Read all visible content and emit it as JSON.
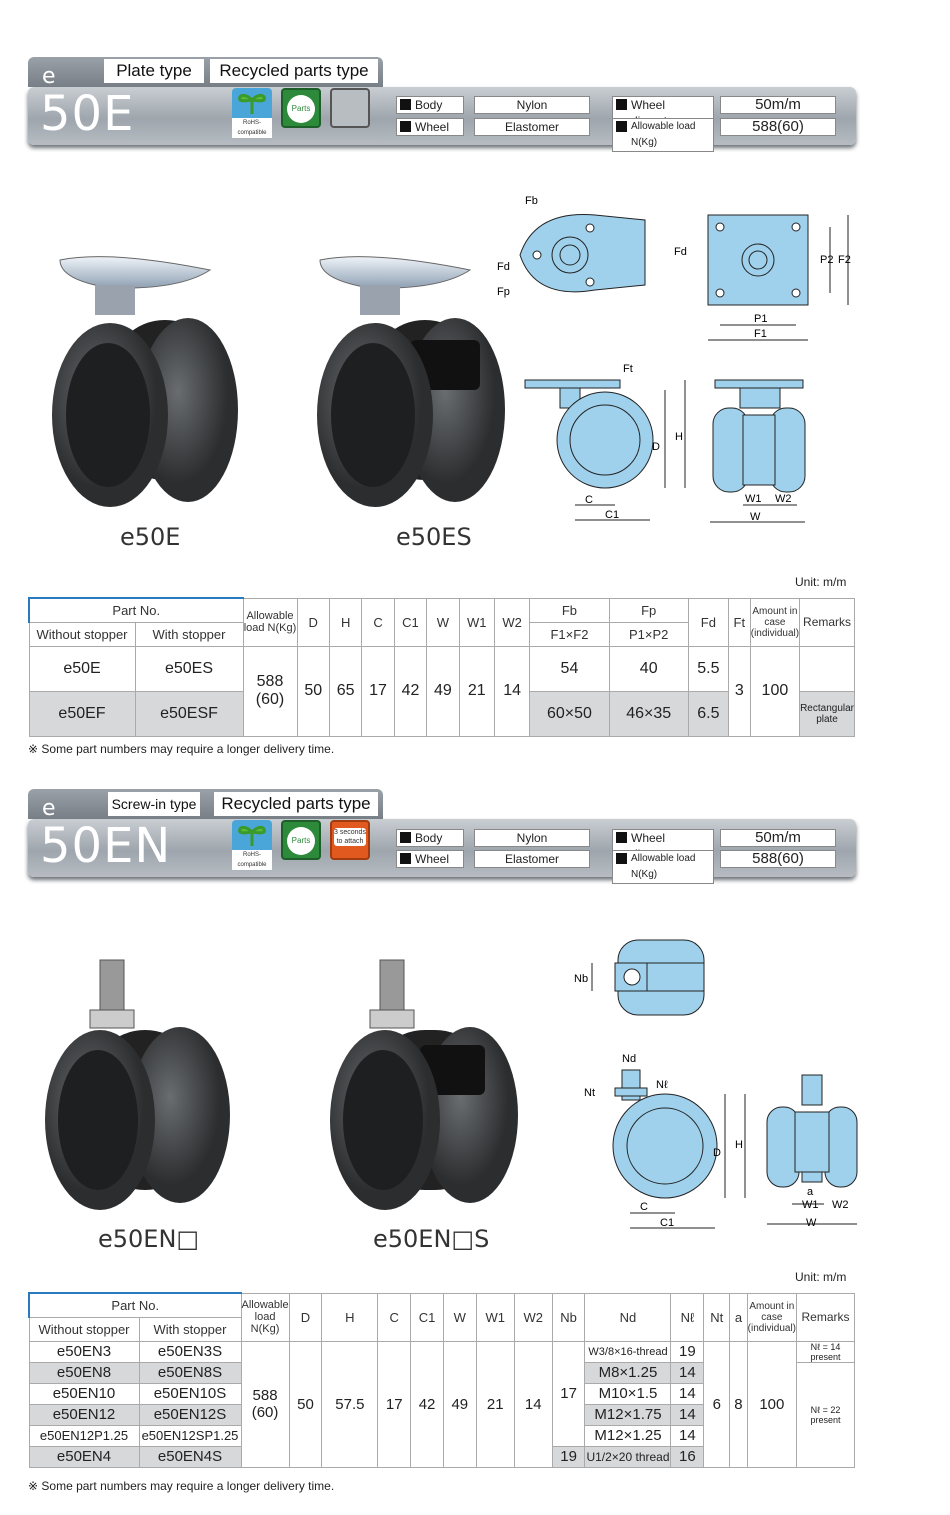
{
  "section1": {
    "tab1": "Plate type",
    "tab2": "Recycled parts type",
    "model_e": "e",
    "model_num": "50E",
    "icon_rohs": "RoHS-compatible",
    "icon_parts": "Parts",
    "body_label": "Body",
    "body_value": "Nylon",
    "wheel_label": "Wheel",
    "wheel_value": "Elastomer",
    "diam_label": "Wheel diameter",
    "diam_value": "50m/m",
    "load_label": "Allowable load N(Kg)",
    "load_value": "588(60)",
    "caption1": "e50E",
    "caption2": "e50ES",
    "dim_labels": {
      "fb": "Fb",
      "fd": "Fd",
      "fp": "Fp",
      "fd2": "Fd",
      "p2": "P2",
      "f2": "F2",
      "p1": "P1",
      "f1": "F1",
      "ft": "Ft",
      "h": "H",
      "d": "D",
      "c": "C",
      "c1": "C1",
      "w1": "W1",
      "w2": "W2",
      "w": "W"
    },
    "unit": "Unit: m/m",
    "table": {
      "part_no": "Part No.",
      "without": "Without stopper",
      "with": "With stopper",
      "load": "Allowable load N(Kg)",
      "D": "D",
      "H": "H",
      "C": "C",
      "C1": "C1",
      "W": "W",
      "W1": "W1",
      "W2": "W2",
      "Fb": "Fb",
      "FbSub": "F1×F2",
      "Fp": "Fp",
      "FpSub": "P1×P2",
      "Fd": "Fd",
      "Ft": "Ft",
      "amount": "Amount in case (individual)",
      "remarks": "Remarks",
      "rows": [
        {
          "a": "e50E",
          "b": "e50ES",
          "fb": "54",
          "fp": "40",
          "fd": "5.5",
          "rem": ""
        },
        {
          "a": "e50EF",
          "b": "e50ESF",
          "fb": "60×50",
          "fp": "46×35",
          "fd": "6.5",
          "rem": "Rectangular plate"
        }
      ],
      "loadv": "588 (60)",
      "Dv": "50",
      "Hv": "65",
      "Cv": "17",
      "C1v": "42",
      "Wv": "49",
      "W1v": "21",
      "W2v": "14",
      "Ftv": "3",
      "amtv": "100"
    },
    "note": "※ Some part numbers may require a longer delivery time."
  },
  "section2": {
    "tab1": "Screw-in type",
    "tab2": "Recycled parts type",
    "model_e": "e",
    "model_num": "50EN",
    "icon_rohs": "RoHS-compatible",
    "icon_parts": "Parts",
    "icon_3sec": "3 seconds to attach",
    "body_label": "Body",
    "body_value": "Nylon",
    "wheel_label": "Wheel",
    "wheel_value": "Elastomer",
    "diam_label": "Wheel diameter",
    "diam_value": "50m/m",
    "load_label": "Allowable load N(Kg)",
    "load_value": "588(60)",
    "caption1": "e50EN□",
    "caption2": "e50EN□S",
    "dim_labels": {
      "nb": "Nb",
      "nd": "Nd",
      "nt": "Nt",
      "nl": "Nℓ",
      "h": "H",
      "d": "D",
      "c": "C",
      "c1": "C1",
      "a": "a",
      "w1": "W1",
      "w2": "W2",
      "w": "W"
    },
    "unit": "Unit: m/m",
    "table": {
      "part_no": "Part No.",
      "without": "Without stopper",
      "with": "With stopper",
      "load": "Allowable load N(Kg)",
      "D": "D",
      "H": "H",
      "C": "C",
      "C1": "C1",
      "W": "W",
      "W1": "W1",
      "W2": "W2",
      "Nb": "Nb",
      "Nd": "Nd",
      "Nl": "Nℓ",
      "Nt": "Nt",
      "a": "a",
      "amount": "Amount in case (individual)",
      "remarks": "Remarks",
      "rows": [
        {
          "a": "e50EN3",
          "b": "e50EN3S",
          "nd": "W3/8×16-thread",
          "nl": "19"
        },
        {
          "a": "e50EN8",
          "b": "e50EN8S",
          "nd": "M8×1.25",
          "nl": "14"
        },
        {
          "a": "e50EN10",
          "b": "e50EN10S",
          "nd": "M10×1.5",
          "nl": "14"
        },
        {
          "a": "e50EN12",
          "b": "e50EN12S",
          "nd": "M12×1.75",
          "nl": "14"
        },
        {
          "a": "e50EN12P1.25",
          "b": "e50EN12SP1.25",
          "nd": "M12×1.25",
          "nl": "14"
        },
        {
          "a": "e50EN4",
          "b": "e50EN4S",
          "nd": "U1/2×20 thread",
          "nl": "16"
        }
      ],
      "loadv": "588 (60)",
      "Dv": "50",
      "Hv": "57.5",
      "Cv": "17",
      "C1v": "42",
      "Wv": "49",
      "W1v": "21",
      "W2v": "14",
      "Nbv": "17",
      "Nb2v": "19",
      "Ntv": "6",
      "av": "8",
      "amtv": "100",
      "rem1": "Nℓ = 14 present",
      "rem2": "Nℓ = 22 present"
    },
    "note": "※ Some part numbers may require a longer delivery time."
  }
}
